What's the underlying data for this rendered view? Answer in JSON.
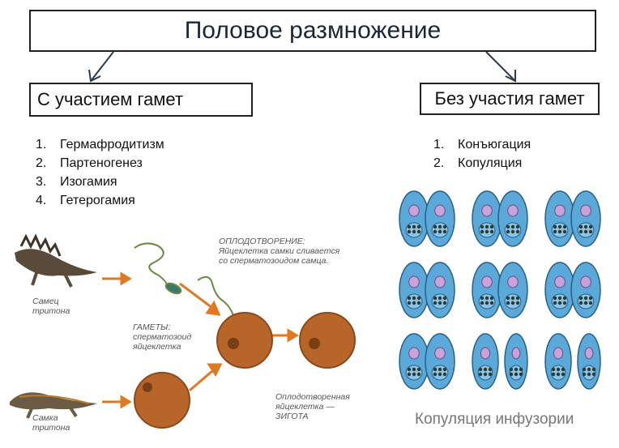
{
  "title": "Половое размножение",
  "left": {
    "heading": "С участием гамет",
    "items": [
      {
        "num": "1.",
        "text": "Гермафродитизм"
      },
      {
        "num": "2.",
        "text": "Партеногенез"
      },
      {
        "num": "3.",
        "text": "Изогамия"
      },
      {
        "num": "4.",
        "text": "Гетерогамия"
      }
    ]
  },
  "right": {
    "heading": "Без участия гамет",
    "items": [
      {
        "num": "1.",
        "text": "Конъюгация"
      },
      {
        "num": "2.",
        "text": "Копуляция"
      }
    ]
  },
  "illustration_left": {
    "male_label": "Самец\nтритона",
    "female_label": "Самка\nтритона",
    "fertilization_label": "ОПЛОДОТВОРЕНИЕ:\nЯйцеклетка самки сливается\nсо сперматозоидом самца.",
    "gametes_label": "ГАМЕТЫ:\nсперматозоид\nяйцеклетка",
    "zygote_label": "Оплодотворенная\nяйцеклетка —\nЗИГОТА"
  },
  "illustration_right": {
    "caption": "Копуляция инфузории"
  },
  "colors": {
    "cell_fill": "#5aa9d9",
    "egg_fill": "#b8652a",
    "arrow": "#e07a20"
  }
}
